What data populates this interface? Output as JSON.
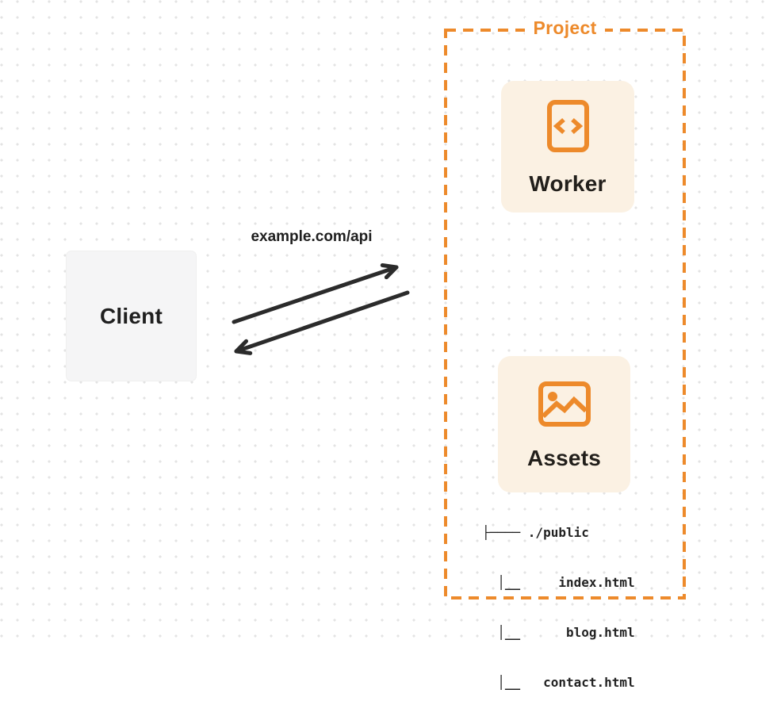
{
  "colors": {
    "accent_orange": "#ed8a2b",
    "card_background": "#fbf1e3",
    "client_background": "#f5f5f6",
    "arrow_dark": "#2b2b2b",
    "dot_grid": "#e3e3e3"
  },
  "client": {
    "label": "Client"
  },
  "request": {
    "url_label": "example.com/api"
  },
  "project": {
    "label": "Project",
    "worker": {
      "label": "Worker",
      "icon": "code-icon"
    },
    "assets": {
      "label": "Assets",
      "icon": "image-icon",
      "tree": {
        "lines": [
          "├──── ./public",
          "  │__     index.html",
          "  │__      blog.html",
          "  │__   contact.html"
        ]
      }
    }
  }
}
